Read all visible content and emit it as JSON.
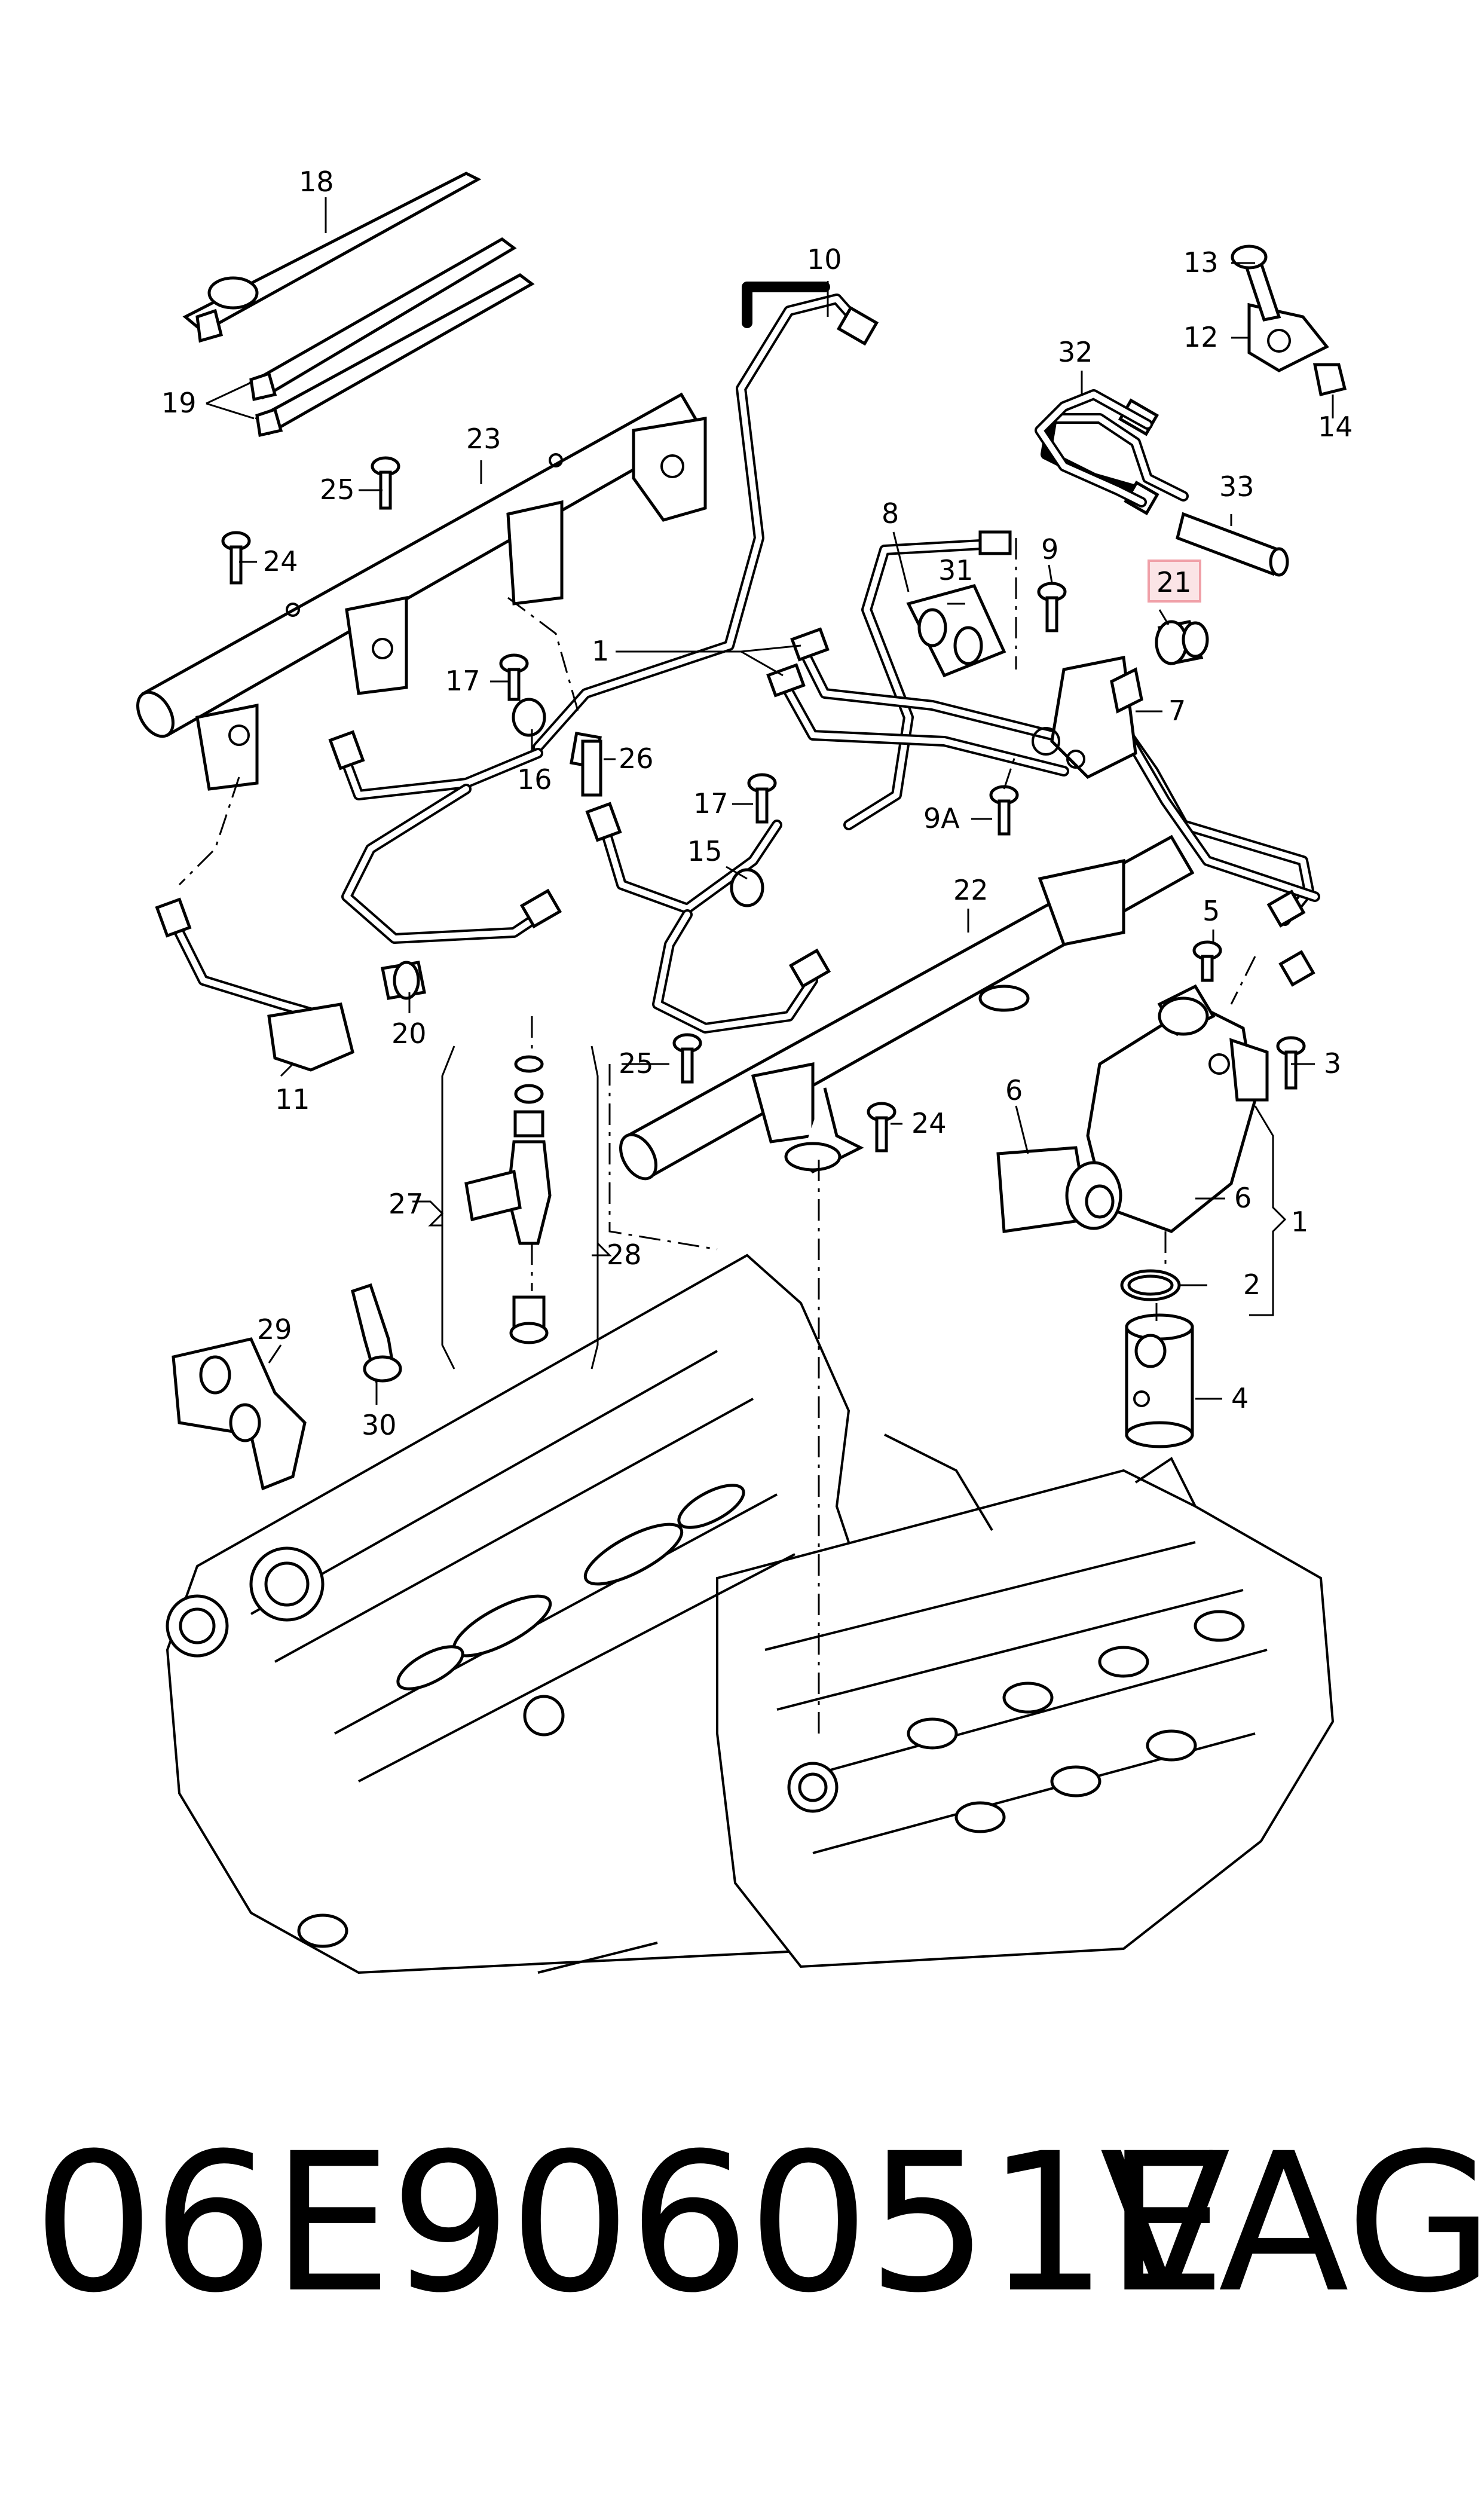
{
  "callouts": {
    "c1a": "1",
    "c1b": "1",
    "c2": "2",
    "c3": "3",
    "c4": "4",
    "c5": "5",
    "c6a": "6",
    "c6b": "6",
    "c7": "7",
    "c8": "8",
    "c9": "9",
    "c9a": "9A",
    "c10": "10",
    "c11": "11",
    "c12": "12",
    "c13": "13",
    "c14": "14",
    "c15": "15",
    "c16": "16",
    "c17a": "17",
    "c17b": "17",
    "c18": "18",
    "c19": "19",
    "c20": "20",
    "c21": "21",
    "c22": "22",
    "c23": "23",
    "c24a": "24",
    "c24b": "24",
    "c25a": "25",
    "c25b": "25",
    "c26": "26",
    "c27": "27",
    "c28": "28",
    "c29": "29",
    "c30": "30",
    "c31": "31",
    "c32": "32",
    "c33": "33"
  },
  "highlight": {
    "callout": "21",
    "color": "#f0a0a8"
  },
  "caption": {
    "part_number": "06E906051E",
    "brand": "VAG"
  }
}
